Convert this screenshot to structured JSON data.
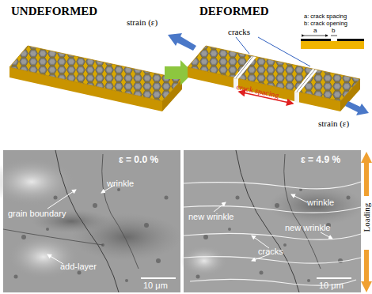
{
  "diagram": {
    "labels": [
      "UNDEFORMED",
      "DEFORMED",
      "strain (ε)",
      "cracks",
      "a: crack spacing",
      "b: crack opening",
      "a",
      "b",
      "crack spacing",
      "strain (ε)",
      "ε = 0.0 %",
      "wrinkle",
      "grain boundary",
      "add-layer",
      "10 μm",
      "ε = 4.9 %",
      "new wrinkle",
      "wrinkle",
      "new wrinkle",
      "cracks",
      "10 μm",
      "Loading"
    ]
  }
}
